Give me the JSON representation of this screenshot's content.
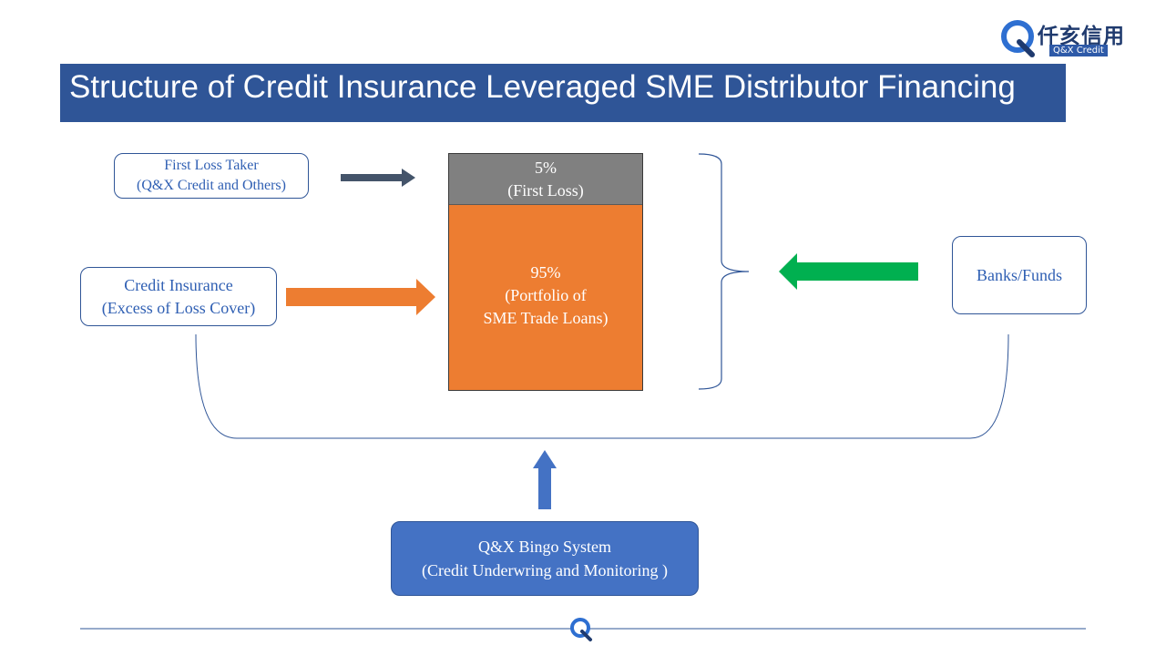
{
  "title": "Structure of Credit Insurance Leveraged SME Distributor Financing",
  "logo": {
    "cn_name": "仟亥信用",
    "en_name": "Q&X Credit"
  },
  "first_loss_box": {
    "line1": "First Loss Taker",
    "line2": "(Q&X Credit and Others)"
  },
  "credit_insurance_box": {
    "line1": "Credit Insurance",
    "line2": "(Excess of Loss Cover)"
  },
  "banks_box": {
    "label": "Banks/Funds"
  },
  "stack": {
    "top": {
      "percent": "5%",
      "label": "(First Loss)"
    },
    "bottom": {
      "percent": "95%",
      "line1": "(Portfolio of",
      "line2": "SME Trade Loans)"
    }
  },
  "bingo_box": {
    "line1": "Q&X Bingo System",
    "line2": "(Credit Underwring and Monitoring )"
  },
  "colors": {
    "title_bar": "#2f5597",
    "first_loss_segment": "#808080",
    "portfolio_segment": "#ed7d31",
    "arrow_gray": "#44546a",
    "arrow_orange": "#ed7d31",
    "arrow_green": "#00b050",
    "arrow_blue": "#4472c4"
  }
}
